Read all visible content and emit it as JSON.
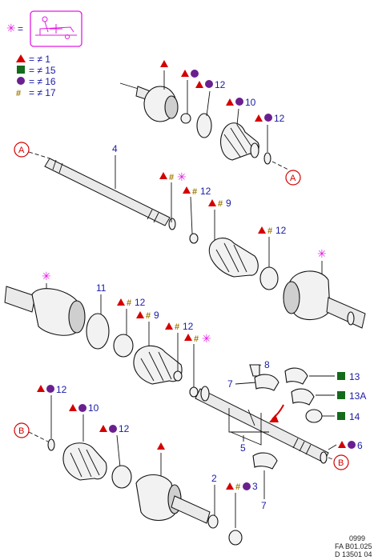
{
  "legend": [
    {
      "symbol": "triangle",
      "color": "#d40000",
      "text": "= ≠ 1"
    },
    {
      "symbol": "square",
      "color": "#156a1c",
      "text": "= ≠ 15"
    },
    {
      "symbol": "circle",
      "color": "#6a1f8f",
      "text": "= ≠ 16"
    },
    {
      "symbol": "hash",
      "color": "#a07800",
      "text": "= ≠ 17"
    }
  ],
  "header_icon": {
    "star_text": "✳ =",
    "icon": "vehicle-location-icon"
  },
  "labels": {
    "p4": "4",
    "p9a": "9",
    "p9b": "9",
    "p10a": "10",
    "p10b": "10",
    "p11": "11",
    "p12a": "12",
    "p12b": "12",
    "p12c": "12",
    "p12d": "12",
    "p12e": "12",
    "p12f": "12",
    "p12g": "12",
    "p12h": "12",
    "p7a": "7",
    "p7b": "7",
    "p8": "8",
    "p5": "5",
    "p2": "2",
    "p3": "3",
    "p6": "6",
    "p13": "13",
    "p13a": "13A",
    "p14": "14"
  },
  "refs": {
    "a": "A",
    "b": "B"
  },
  "footer": [
    "0999",
    "FA B01.025",
    "D 13501 04"
  ]
}
